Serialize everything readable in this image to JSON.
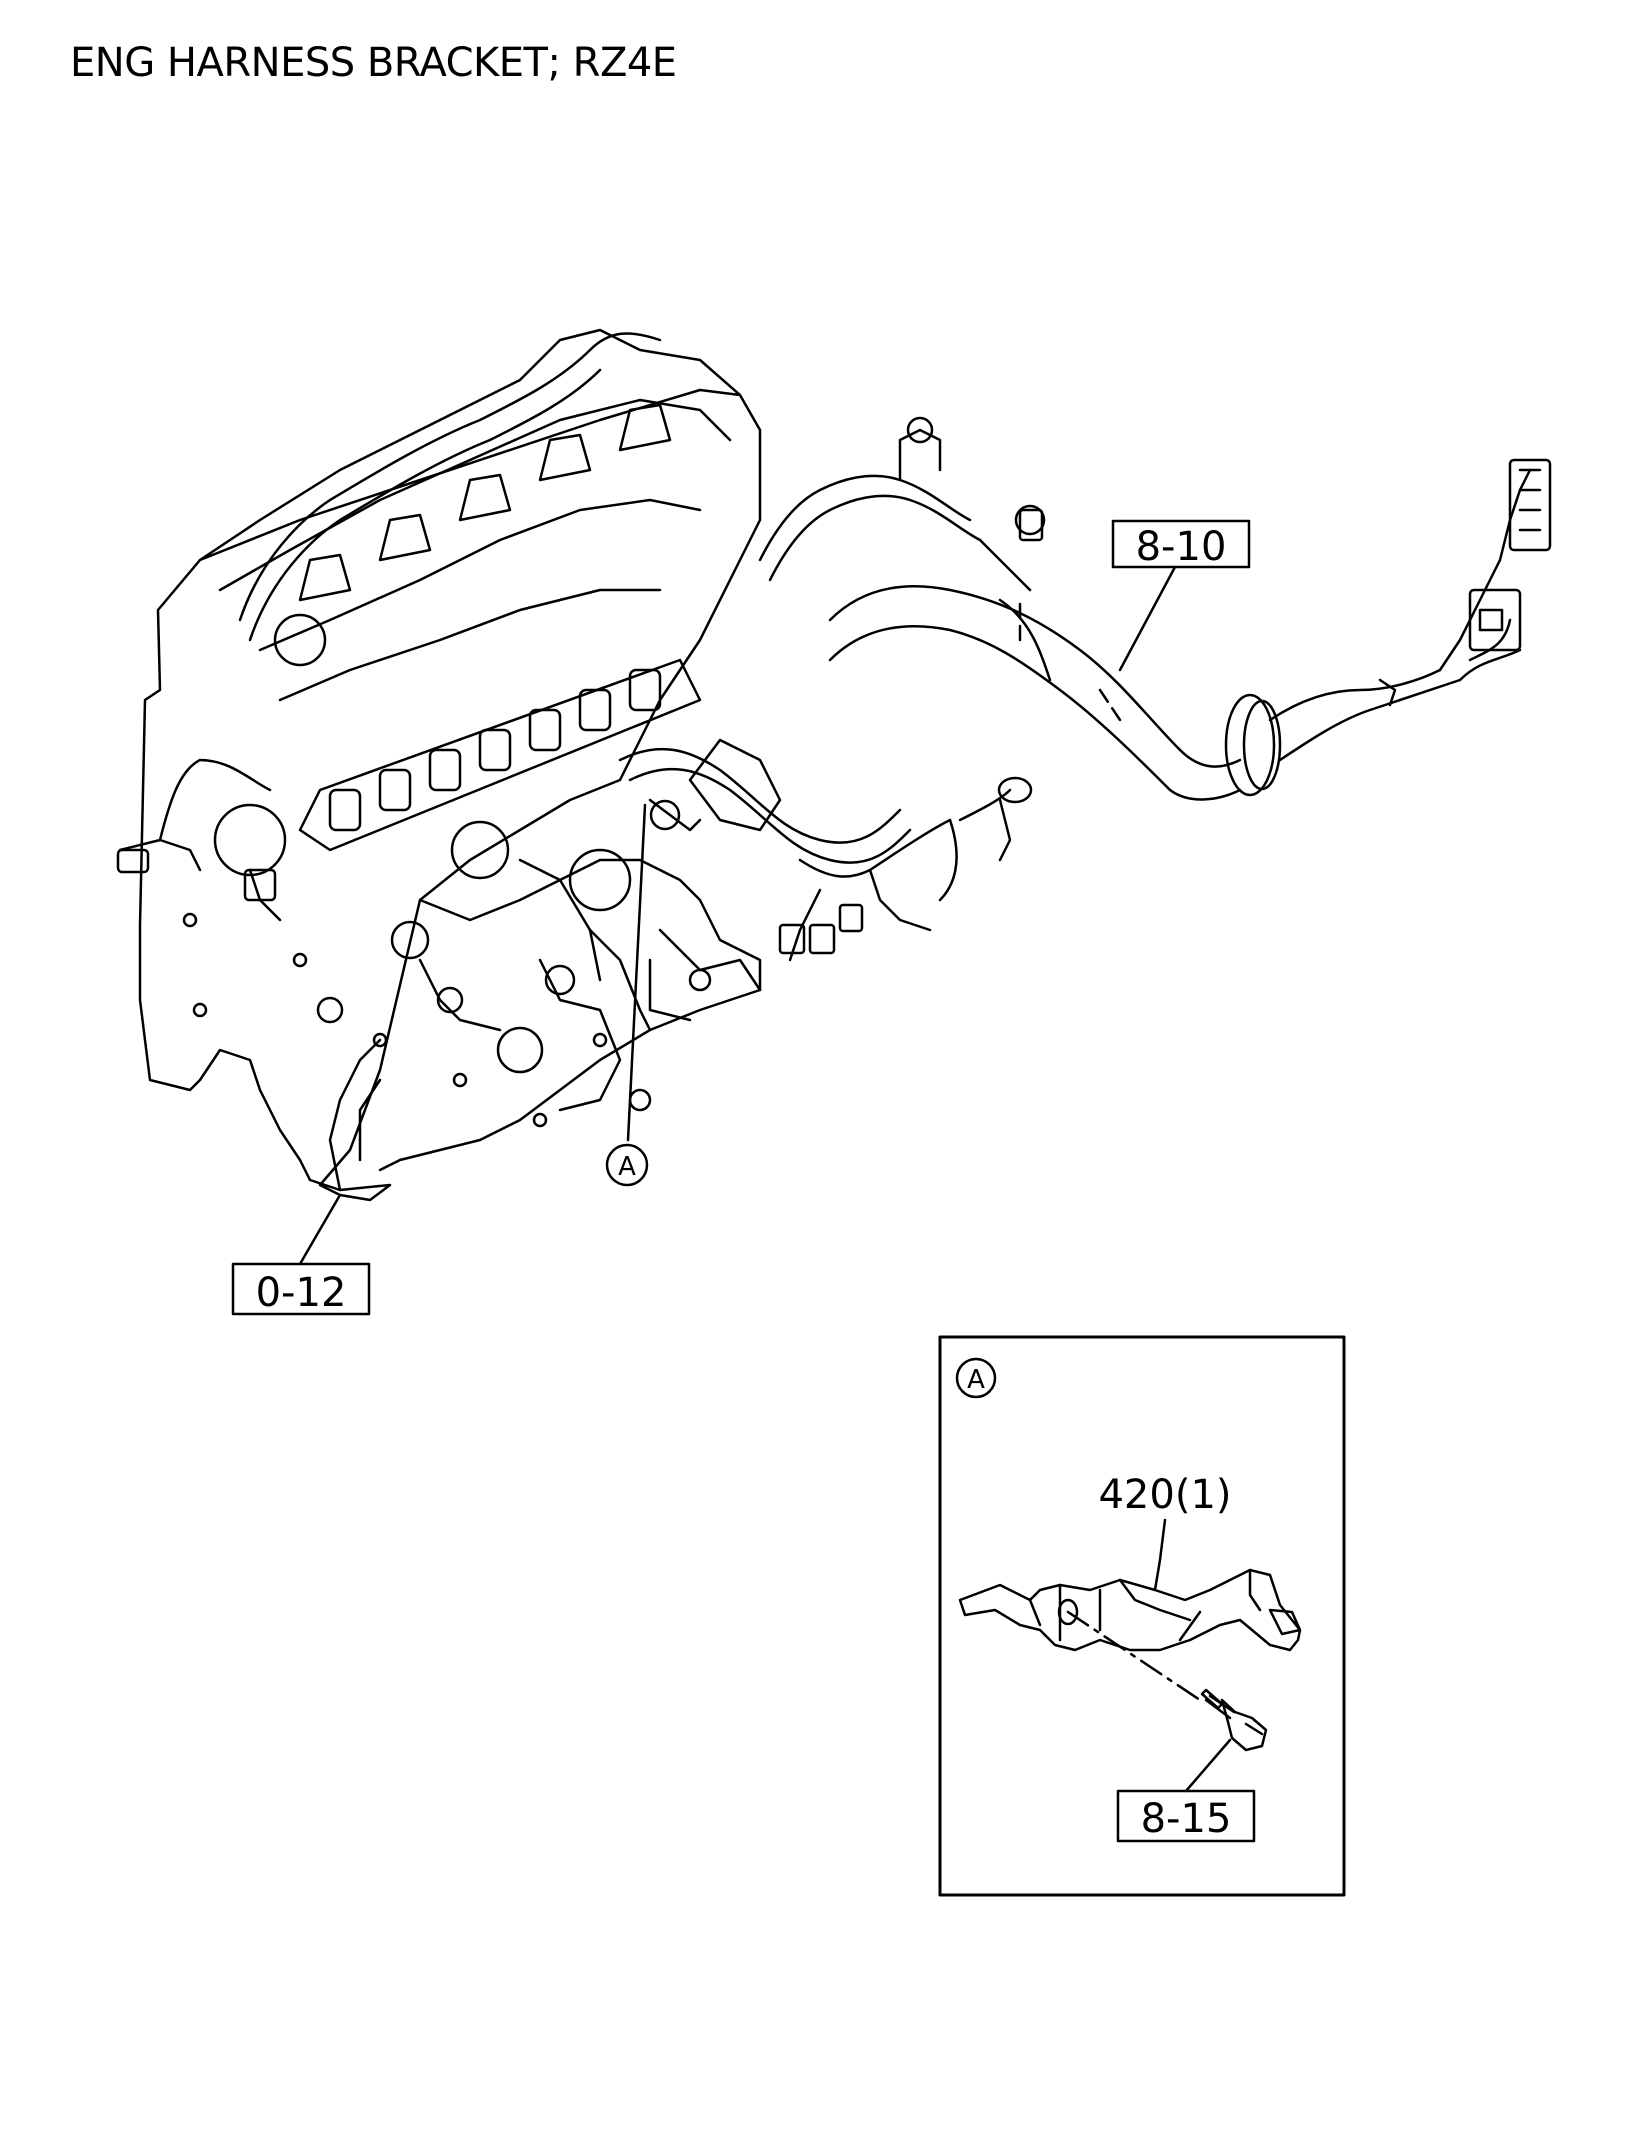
{
  "title": "ENG HARNESS BRACKET; RZ4E",
  "callouts": {
    "harness_ref": "8-10",
    "engine_ref": "0-12",
    "bracket_ref": "420(1)",
    "bolt_ref": "8-15",
    "view_marker": "A",
    "detail_view_label": "A"
  },
  "colors": {
    "line": "#000000",
    "background": "#ffffff"
  }
}
